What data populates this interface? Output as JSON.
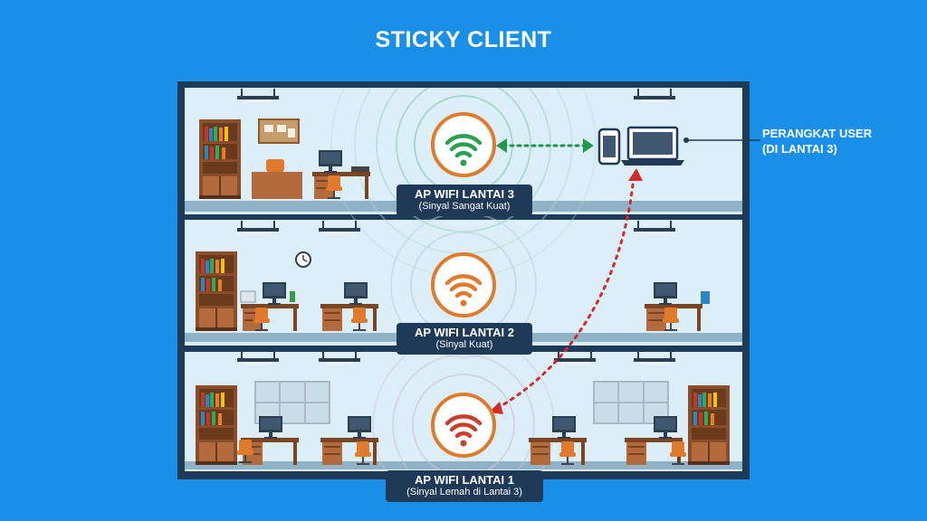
{
  "title": "STICKY CLIENT",
  "access_points": [
    {
      "label": "AP WIFI LANTAI 3",
      "signal": "(Sinyal Sangat Kuat)",
      "color": "#2aa052"
    },
    {
      "label": "AP WIFI LANTAI 2",
      "signal": "(Sinyal Kuat)",
      "color": "#e07a2c"
    },
    {
      "label": "AP WIFI LANTAI 1",
      "signal": "(Sinyal Lemah di Lantai 3)",
      "color": "#c9402c"
    }
  ],
  "user_device": {
    "line1": "PERANGKAT USER",
    "line2": "(DI LANTAI 3)"
  },
  "colors": {
    "background": "#1a8fe8",
    "room": "#dceef8",
    "building_frame": "#1e3a57",
    "label_box": "#1e3a57",
    "strong_link": "#1f9a4a",
    "weak_link": "#d42a2a"
  },
  "icons": [
    "bookshelf-icon",
    "desk-icon",
    "monitor-icon",
    "chair-icon",
    "clock-icon",
    "window-icon",
    "phone-icon",
    "laptop-icon",
    "wifi-icon"
  ]
}
